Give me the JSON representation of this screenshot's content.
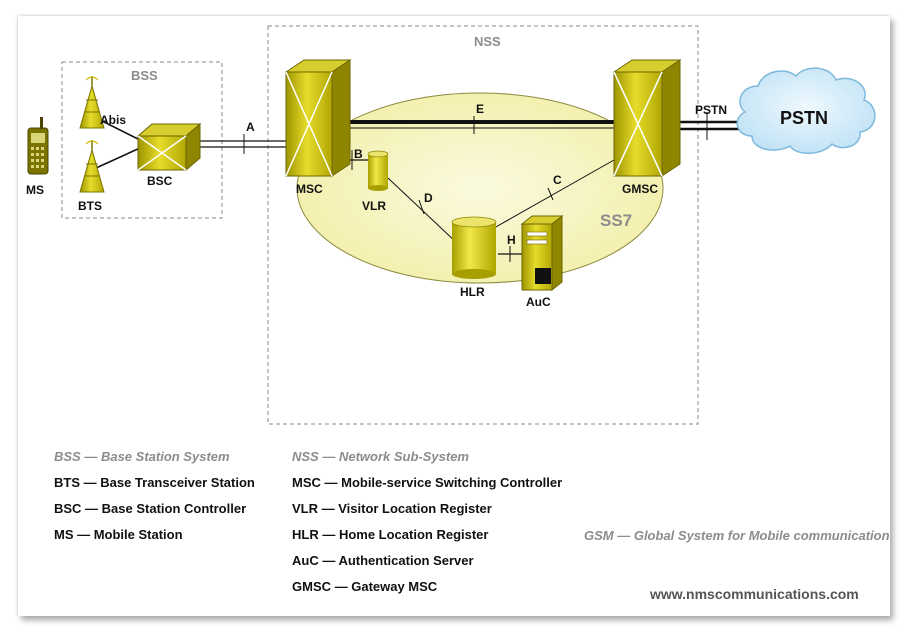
{
  "groups": {
    "bss": "BSS",
    "nss": "NSS",
    "ss7": "SS7"
  },
  "nodes": {
    "ms": "MS",
    "bts": "BTS",
    "abis": "Abis",
    "bsc": "BSC",
    "msc": "MSC",
    "vlr": "VLR",
    "hlr": "HLR",
    "auc": "AuC",
    "gmsc": "GMSC",
    "pstn": "PSTN",
    "pstn_link": "PSTN"
  },
  "interfaces": {
    "a": "A",
    "b": "B",
    "c": "C",
    "d": "D",
    "e": "E",
    "h": "H"
  },
  "legend": {
    "bss_title": "BSS — Base Station System",
    "bss_items": [
      "BTS — Base Transceiver Station",
      "BSC — Base Station Controller",
      "MS — Mobile Station"
    ],
    "nss_title": "NSS — Network Sub-System",
    "nss_items": [
      "MSC — Mobile-service Switching Controller",
      "VLR — Visitor Location Register",
      "HLR — Home Location Register",
      "AuC — Authentication Server",
      "GMSC — Gateway MSC"
    ],
    "gsm": "GSM — Global System for Mobile communication"
  },
  "website": "www.nmscommunications.com",
  "colors": {
    "equipment_olive": "#c8bd0c",
    "equipment_dark": "#8e8600",
    "ss7_fill": "#f7f5c2",
    "cloud_fill": "#cfeaf8",
    "cloud_stroke": "#7fb8dd"
  },
  "icons": [
    "mobile-phone-icon",
    "antenna-tower-icon",
    "switch-cube-icon",
    "database-cylinder-icon",
    "server-icon",
    "cloud-icon"
  ]
}
